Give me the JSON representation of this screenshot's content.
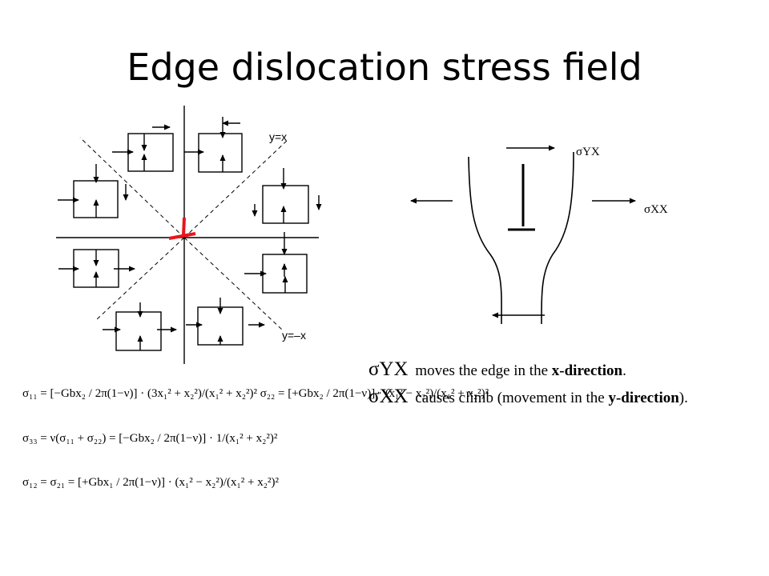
{
  "slide": {
    "title": "Edge dislocation stress field"
  },
  "stress_map": {
    "label_upper": "y=x",
    "label_lower": "y=–x"
  },
  "climb_figure": {
    "label_yx": "σYX",
    "label_xx": "σXX"
  },
  "equations": [
    {
      "id": "s11_s22",
      "text": "σ₁₁ = [−Gbx₂ / 2π(1−ν)] · (3x₁² + x₂²)/(x₁² + x₂²)²      σ₂₂ = [+Gbx₂ / 2π(1−ν)] · (x₁² − x₂²)/(x₁² + x₂²)²"
    },
    {
      "id": "s33",
      "text": "σ₃₃ = ν(σ₁₁ + σ₂₂) = [−Gbx₂ / 2π(1−ν)] · 1/(x₁² + x₂²)²"
    },
    {
      "id": "s12",
      "text": "σ₁₂ = σ₂₁ = [+Gbx₁ / 2π(1−ν)] · (x₁² − x₂²)/(x₁² + x₂²)²"
    }
  ],
  "notes": [
    {
      "symbol": "σYX",
      "pre": "moves the edge in the ",
      "bold": "x-direction",
      "post": "."
    },
    {
      "symbol": "σXX",
      "pre": "causes climb (movement in the ",
      "bold": "y-direction",
      "post": ")."
    }
  ],
  "colors": {
    "dislocation": "#e8161b",
    "ink": "#000000"
  }
}
